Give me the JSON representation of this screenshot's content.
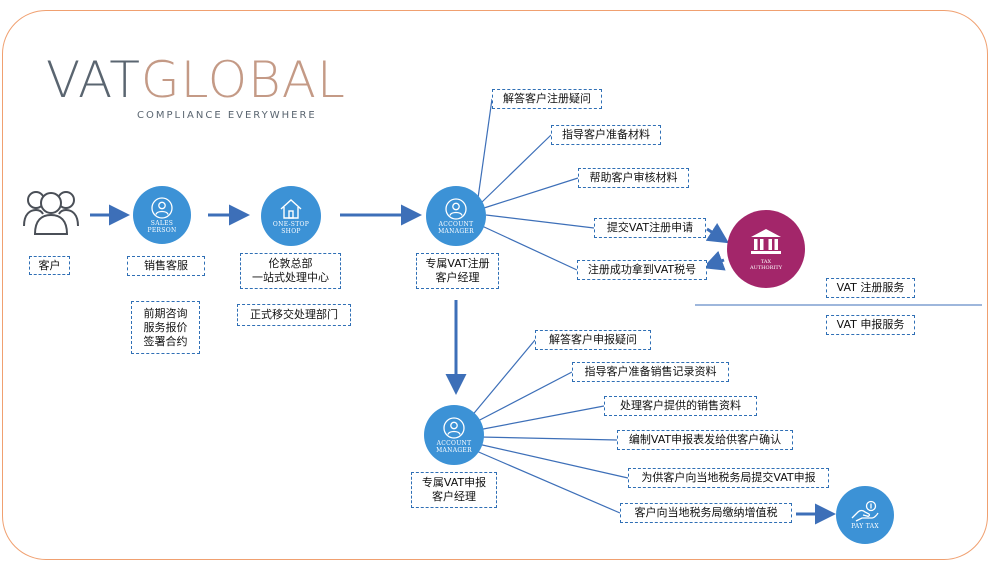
{
  "logo": {
    "main_a": "VAT",
    "main_b": "GLOBAL",
    "tagline": "COMPLIANCE EVERYWHERE"
  },
  "circles": {
    "sales": "SALES\nPERSON",
    "shop": "ONE-STOP\nSHOP",
    "am1": "ACCOUNT\nMANAGER",
    "am2": "ACCOUNT\nMANAGER",
    "tax": "TAX\nAUTHORITY",
    "pay": "PAY TAX"
  },
  "labels": {
    "customer": "客户",
    "sales": "销售客服",
    "hq_line1": "伦敦总部",
    "hq_line2": "一站式处理中心",
    "am1_line1": "专属VAT注册",
    "am1_line2": "客户经理",
    "am2_line1": "专属VAT申报",
    "am2_line2": "客户经理",
    "sales_tasks": [
      "前期咨询",
      "服务报价",
      "签署合约"
    ],
    "handover": "正式移交处理部门",
    "reg_service": "VAT 注册服务",
    "filing_service": "VAT 申报服务"
  },
  "registration_steps": [
    "解答客户注册疑问",
    "指导客户准备材料",
    "帮助客户审核材料",
    "提交VAT注册申请",
    "注册成功拿到VAT税号"
  ],
  "filing_steps": [
    "解答客户申报疑问",
    "指导客户准备销售记录资料",
    "处理客户提供的销售资料",
    "编制VAT申报表发给供客户确认",
    "为供客户向当地税务局提交VAT申报",
    "客户向当地税务局缴纳增值税"
  ],
  "colors": {
    "primary_blue": "#3c92d6",
    "line_blue": "#3d6fb8",
    "tax_purple": "#a3266a",
    "frame_orange": "#f0a070",
    "logo_grey": "#5a6570",
    "logo_copper": "#c49a86"
  }
}
